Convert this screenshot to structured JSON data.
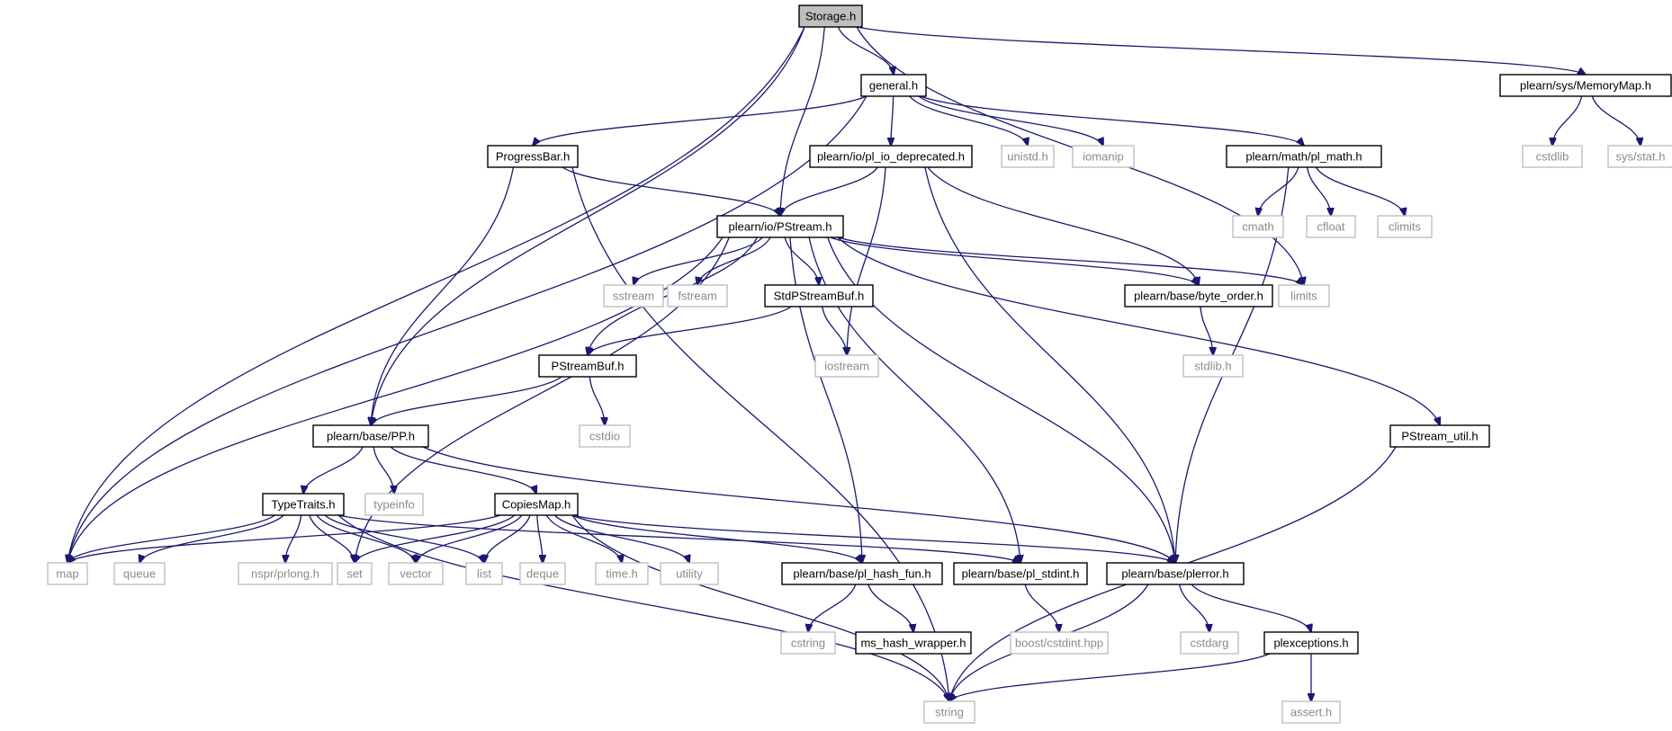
{
  "graph": {
    "colors": {
      "edge": "#191970",
      "root_fill": "#bfbfbf",
      "solid_border": "#000000",
      "external_border": "#bfbfbf",
      "external_text": "#8a8a8a"
    },
    "nodes": [
      {
        "id": "storage",
        "label": "Storage.h",
        "kind": "root"
      },
      {
        "id": "general",
        "label": "general.h",
        "kind": "solid"
      },
      {
        "id": "memmap",
        "label": "plearn/sys/MemoryMap.h",
        "kind": "solid"
      },
      {
        "id": "progress",
        "label": "ProgressBar.h",
        "kind": "solid"
      },
      {
        "id": "pliodep",
        "label": "plearn/io/pl_io_deprecated.h",
        "kind": "solid"
      },
      {
        "id": "unistd",
        "label": "unistd.h",
        "kind": "ext"
      },
      {
        "id": "iomanip",
        "label": "iomanip",
        "kind": "ext"
      },
      {
        "id": "plmath",
        "label": "plearn/math/pl_math.h",
        "kind": "solid"
      },
      {
        "id": "cstdlib",
        "label": "cstdlib",
        "kind": "ext"
      },
      {
        "id": "sysstat",
        "label": "sys/stat.h",
        "kind": "ext"
      },
      {
        "id": "pstream",
        "label": "plearn/io/PStream.h",
        "kind": "solid"
      },
      {
        "id": "cmath",
        "label": "cmath",
        "kind": "ext"
      },
      {
        "id": "cfloat",
        "label": "cfloat",
        "kind": "ext"
      },
      {
        "id": "climits",
        "label": "climits",
        "kind": "ext"
      },
      {
        "id": "sstream",
        "label": "sstream",
        "kind": "ext"
      },
      {
        "id": "fstream",
        "label": "fstream",
        "kind": "ext"
      },
      {
        "id": "stdpsb",
        "label": "StdPStreamBuf.h",
        "kind": "solid"
      },
      {
        "id": "byteorder",
        "label": "plearn/base/byte_order.h",
        "kind": "solid"
      },
      {
        "id": "limits",
        "label": "limits",
        "kind": "ext"
      },
      {
        "id": "pstreambuf",
        "label": "PStreamBuf.h",
        "kind": "solid"
      },
      {
        "id": "iostream",
        "label": "iostream",
        "kind": "ext"
      },
      {
        "id": "stdlibh",
        "label": "stdlib.h",
        "kind": "ext"
      },
      {
        "id": "pp",
        "label": "plearn/base/PP.h",
        "kind": "solid"
      },
      {
        "id": "cstdio",
        "label": "cstdio",
        "kind": "ext"
      },
      {
        "id": "psutil",
        "label": "PStream_util.h",
        "kind": "solid"
      },
      {
        "id": "typetraits",
        "label": "TypeTraits.h",
        "kind": "solid"
      },
      {
        "id": "typeinfo",
        "label": "typeinfo",
        "kind": "ext"
      },
      {
        "id": "copiesmap",
        "label": "CopiesMap.h",
        "kind": "solid"
      },
      {
        "id": "map",
        "label": "map",
        "kind": "ext"
      },
      {
        "id": "queue",
        "label": "queue",
        "kind": "ext"
      },
      {
        "id": "prlong",
        "label": "nspr/prlong.h",
        "kind": "ext"
      },
      {
        "id": "set",
        "label": "set",
        "kind": "ext"
      },
      {
        "id": "vector",
        "label": "vector",
        "kind": "ext"
      },
      {
        "id": "list",
        "label": "list",
        "kind": "ext"
      },
      {
        "id": "deque",
        "label": "deque",
        "kind": "ext"
      },
      {
        "id": "timeh",
        "label": "time.h",
        "kind": "ext"
      },
      {
        "id": "utility",
        "label": "utility",
        "kind": "ext"
      },
      {
        "id": "hashfun",
        "label": "plearn/base/pl_hash_fun.h",
        "kind": "solid"
      },
      {
        "id": "plstdint",
        "label": "plearn/base/pl_stdint.h",
        "kind": "solid"
      },
      {
        "id": "plerror",
        "label": "plearn/base/plerror.h",
        "kind": "solid"
      },
      {
        "id": "cstring",
        "label": "cstring",
        "kind": "ext"
      },
      {
        "id": "mshash",
        "label": "ms_hash_wrapper.h",
        "kind": "solid"
      },
      {
        "id": "boostint",
        "label": "boost/cstdint.hpp",
        "kind": "ext"
      },
      {
        "id": "cstdarg",
        "label": "cstdarg",
        "kind": "ext"
      },
      {
        "id": "plexc",
        "label": "plexceptions.h",
        "kind": "solid"
      },
      {
        "id": "string",
        "label": "string",
        "kind": "ext"
      },
      {
        "id": "asserth",
        "label": "assert.h",
        "kind": "ext"
      }
    ],
    "edges": [
      [
        "storage",
        "general"
      ],
      [
        "storage",
        "memmap"
      ],
      [
        "storage",
        "pstream"
      ],
      [
        "storage",
        "map"
      ],
      [
        "storage",
        "pp"
      ],
      [
        "storage",
        "limits"
      ],
      [
        "general",
        "progress"
      ],
      [
        "general",
        "pliodep"
      ],
      [
        "general",
        "unistd"
      ],
      [
        "general",
        "iomanip"
      ],
      [
        "general",
        "plmath"
      ],
      [
        "general",
        "map"
      ],
      [
        "memmap",
        "cstdlib"
      ],
      [
        "memmap",
        "sysstat"
      ],
      [
        "progress",
        "pstream"
      ],
      [
        "progress",
        "pp"
      ],
      [
        "progress",
        "string"
      ],
      [
        "pliodep",
        "pstream"
      ],
      [
        "pliodep",
        "iostream"
      ],
      [
        "pliodep",
        "byteorder"
      ],
      [
        "pliodep",
        "plerror"
      ],
      [
        "plmath",
        "cmath"
      ],
      [
        "plmath",
        "cfloat"
      ],
      [
        "plmath",
        "climits"
      ],
      [
        "plmath",
        "plerror"
      ],
      [
        "pstream",
        "sstream"
      ],
      [
        "pstream",
        "fstream"
      ],
      [
        "pstream",
        "stdpsb"
      ],
      [
        "pstream",
        "byteorder"
      ],
      [
        "pstream",
        "limits"
      ],
      [
        "pstream",
        "pstreambuf"
      ],
      [
        "pstream",
        "map"
      ],
      [
        "pstream",
        "set"
      ],
      [
        "pstream",
        "hashfun"
      ],
      [
        "pstream",
        "plstdint"
      ],
      [
        "pstream",
        "plerror"
      ],
      [
        "pstream",
        "psutil"
      ],
      [
        "stdpsb",
        "pstreambuf"
      ],
      [
        "stdpsb",
        "iostream"
      ],
      [
        "byteorder",
        "stdlibh"
      ],
      [
        "pstreambuf",
        "pp"
      ],
      [
        "pstreambuf",
        "cstdio"
      ],
      [
        "pp",
        "typetraits"
      ],
      [
        "pp",
        "typeinfo"
      ],
      [
        "pp",
        "copiesmap"
      ],
      [
        "pp",
        "plerror"
      ],
      [
        "psutil",
        "string"
      ],
      [
        "typetraits",
        "map"
      ],
      [
        "typetraits",
        "queue"
      ],
      [
        "typetraits",
        "prlong"
      ],
      [
        "typetraits",
        "set"
      ],
      [
        "typetraits",
        "vector"
      ],
      [
        "typetraits",
        "list"
      ],
      [
        "typetraits",
        "plstdint"
      ],
      [
        "typetraits",
        "string"
      ],
      [
        "copiesmap",
        "map"
      ],
      [
        "copiesmap",
        "set"
      ],
      [
        "copiesmap",
        "vector"
      ],
      [
        "copiesmap",
        "list"
      ],
      [
        "copiesmap",
        "deque"
      ],
      [
        "copiesmap",
        "timeh"
      ],
      [
        "copiesmap",
        "utility"
      ],
      [
        "copiesmap",
        "hashfun"
      ],
      [
        "copiesmap",
        "plerror"
      ],
      [
        "copiesmap",
        "string"
      ],
      [
        "hashfun",
        "cstring"
      ],
      [
        "hashfun",
        "mshash"
      ],
      [
        "plstdint",
        "boostint"
      ],
      [
        "plerror",
        "cstdarg"
      ],
      [
        "plerror",
        "plexc"
      ],
      [
        "plerror",
        "string"
      ],
      [
        "plexc",
        "string"
      ],
      [
        "plexc",
        "asserth"
      ]
    ]
  }
}
